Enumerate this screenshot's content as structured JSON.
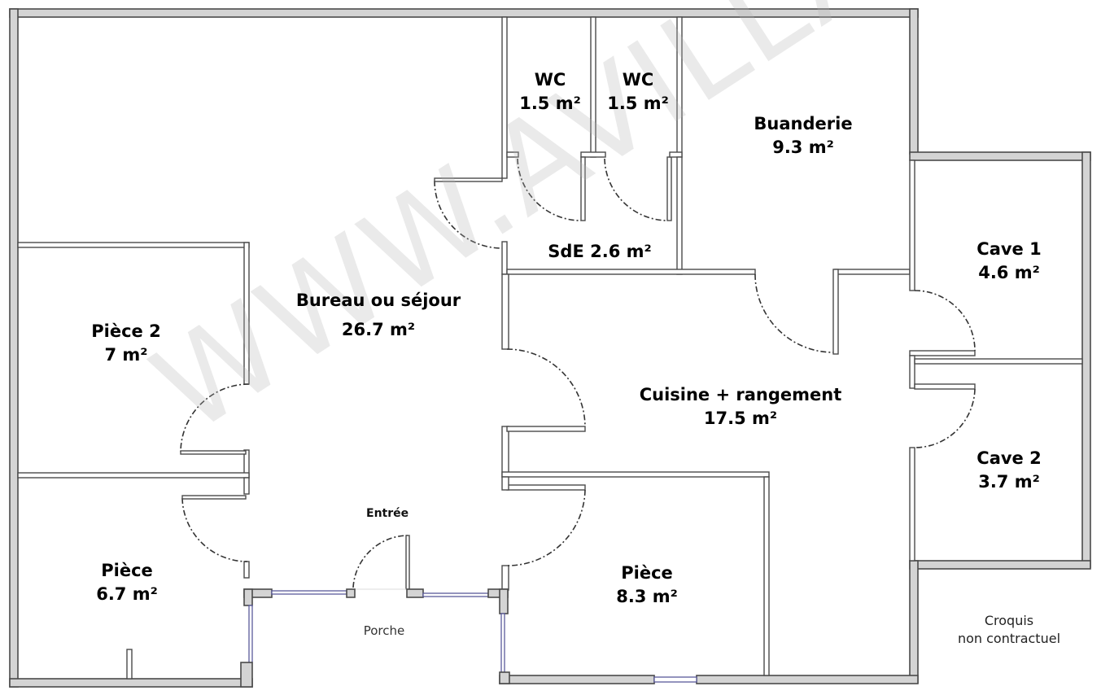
{
  "plan": {
    "watermark": "WWW.AVILLA.FR",
    "disclaimer": {
      "line1": "Croquis",
      "line2": "non contractuel"
    },
    "entrance_label": "Entrée",
    "porch_label": "Porche",
    "colors": {
      "wall_fill": "#d4d4d4",
      "wall_stroke": "#4a4a4a",
      "window": "#5a5a9a",
      "background": "#ffffff"
    },
    "rooms": [
      {
        "id": "wc1",
        "name": "WC",
        "area": "1.5 m²"
      },
      {
        "id": "wc2",
        "name": "WC",
        "area": "1.5 m²"
      },
      {
        "id": "buanderie",
        "name": "Buanderie",
        "area": "9.3 m²"
      },
      {
        "id": "sde",
        "name": "SdE 2.6 m²"
      },
      {
        "id": "cave1",
        "name": "Cave 1",
        "area": "4.6 m²"
      },
      {
        "id": "bureau",
        "name": "Bureau ou séjour",
        "area": "26.7 m²"
      },
      {
        "id": "piece2",
        "name": "Pièce 2",
        "area": "7 m²"
      },
      {
        "id": "cuisine",
        "name": "Cuisine + rangement",
        "area": "17.5 m²"
      },
      {
        "id": "cave2",
        "name": "Cave 2",
        "area": "3.7 m²"
      },
      {
        "id": "piece_sw",
        "name": "Pièce",
        "area": "6.7 m²"
      },
      {
        "id": "piece_s",
        "name": "Pièce",
        "area": "8.3 m²"
      }
    ]
  }
}
